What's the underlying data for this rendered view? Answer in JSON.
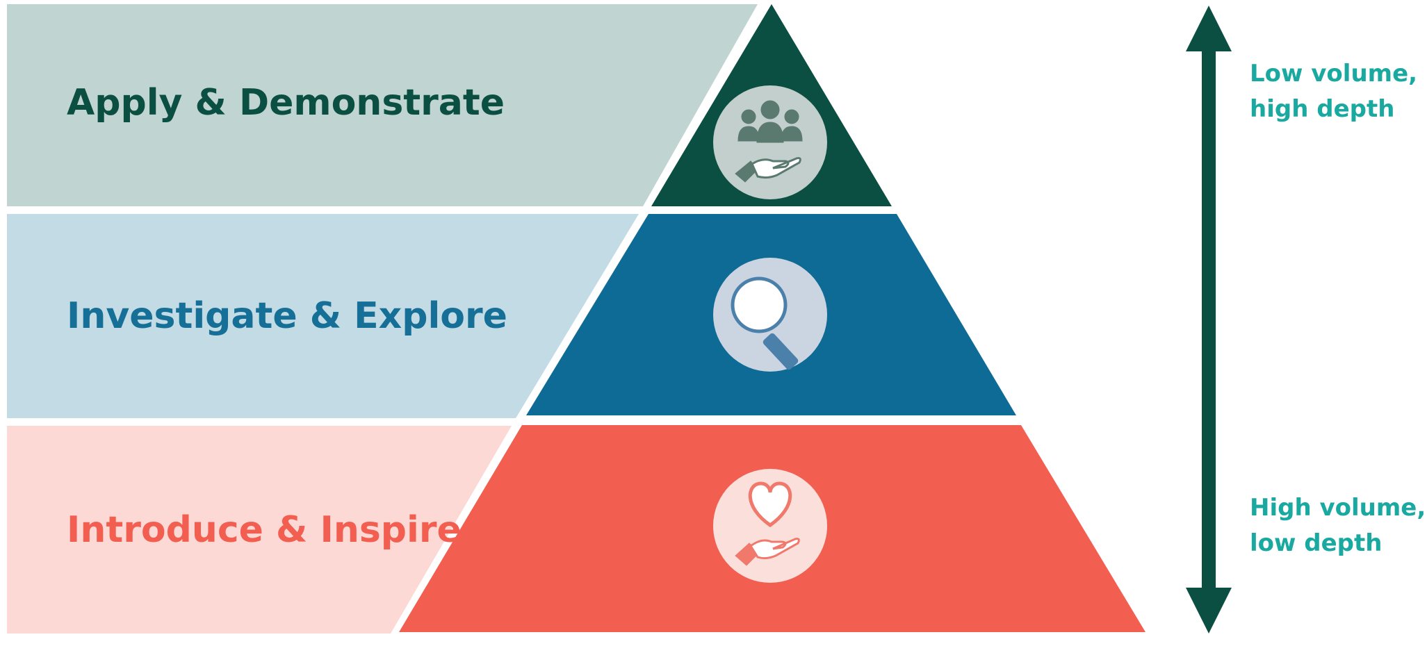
{
  "tiers": [
    {
      "label": "Apply & Demonstrate",
      "icon": "community-hand-icon",
      "band_color": "#c0d4d1",
      "triangle_color": "#0b4f43",
      "text_color": "#0b4f43",
      "icon_bg": "#c3cfcc",
      "icon_fg": "#5a7a70"
    },
    {
      "label": "Investigate & Explore",
      "icon": "magnifier-icon",
      "band_color": "#c2dbe4",
      "triangle_color": "#0d6b96",
      "text_color": "#156f96",
      "icon_bg": "#cbd5e1",
      "icon_fg": "#4a80a9"
    },
    {
      "label": "Introduce & Inspire",
      "icon": "heart-hand-icon",
      "band_color": "#fdd9d5",
      "triangle_color": "#f25f51",
      "text_color": "#f25f51",
      "icon_bg": "#fbdfda",
      "icon_fg": "#f0796c"
    }
  ],
  "axis": {
    "arrow_color": "#0b4f43",
    "text_color": "#1aa9a0",
    "top_label": [
      "Low volume,",
      "high depth"
    ],
    "bottom_label": [
      "High volume,",
      "low depth"
    ]
  }
}
